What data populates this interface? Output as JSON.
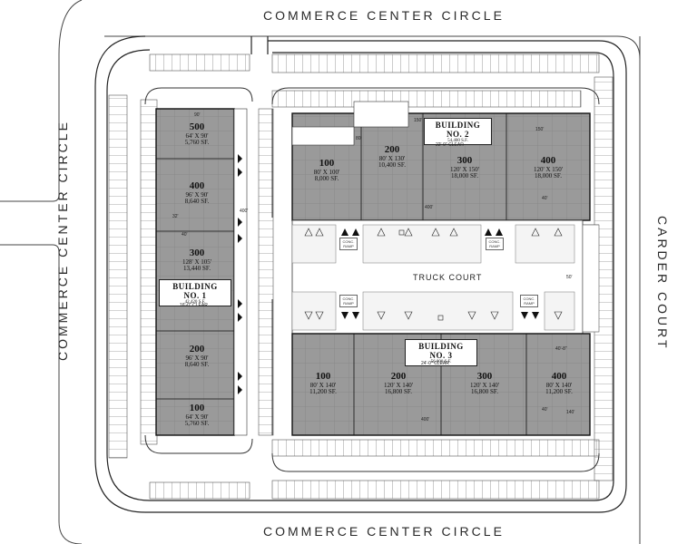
{
  "streets": {
    "top": "COMMERCE CENTER CIRCLE",
    "bottom": "COMMERCE CENTER CIRCLE",
    "left": "COMMERCE CENTER CIRCLE",
    "right": "CARDER COURT"
  },
  "truck_court": "TRUCK COURT",
  "ramp_label": "CONC. RAMP",
  "buildings": [
    {
      "name": "BUILDING NO. 1",
      "area": "42,420 S.F.",
      "clear": "16'-0\" CLEAR",
      "units": [
        {
          "num": "500",
          "dim": "64' X 90'",
          "sf": "5,760 SF."
        },
        {
          "num": "400",
          "dim": "96' X 90'",
          "sf": "8,640 SF."
        },
        {
          "num": "300",
          "dim": "128' X 105'",
          "sf": "13,440 SF."
        },
        {
          "num": "200",
          "dim": "96' X 90'",
          "sf": "8,640 SF."
        },
        {
          "num": "100",
          "dim": "64' X 90'",
          "sf": "5,760 SF."
        }
      ]
    },
    {
      "name": "BUILDING NO. 2",
      "area": "54,400 S.F.",
      "clear": "22'-0\" CLEAR",
      "units": [
        {
          "num": "100",
          "dim": "80' X 100'",
          "sf": "8,000 SF."
        },
        {
          "num": "200",
          "dim": "80' X 130'",
          "sf": "10,400 SF."
        },
        {
          "num": "300",
          "dim": "120' X 150'",
          "sf": "18,000 SF."
        },
        {
          "num": "400",
          "dim": "120' X 150'",
          "sf": "18,000 SF."
        }
      ]
    },
    {
      "name": "BUILDING NO. 3",
      "area": "56,000 S.F.",
      "clear": "24'-0\" CLEAR",
      "units": [
        {
          "num": "100",
          "dim": "80' X 140'",
          "sf": "11,200 SF."
        },
        {
          "num": "200",
          "dim": "120' X 140'",
          "sf": "16,800 SF."
        },
        {
          "num": "300",
          "dim": "120' X 140'",
          "sf": "16,800 SF."
        },
        {
          "num": "400",
          "dim": "80' X 140'",
          "sf": "11,200 SF."
        }
      ]
    }
  ],
  "dims": {
    "b1_top": "90'",
    "b1_side": "400'",
    "b1_w": "40'",
    "b1_w2": "32'",
    "b2_len": "400'",
    "b2_a": "80'",
    "b2_b": "150'",
    "b2_c": "40'",
    "b2_d": "150'",
    "tc": "50'",
    "b3_len": "400'",
    "b3_a": "40'",
    "b3_b": "140'",
    "b3_c": "40'-8\""
  }
}
